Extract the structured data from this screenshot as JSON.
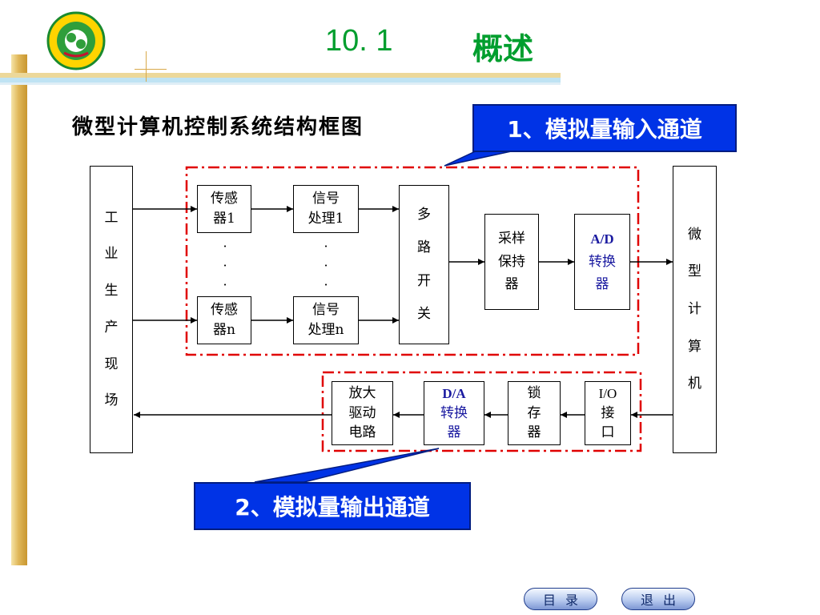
{
  "header": {
    "section_number": "10. 1",
    "section_title": "概述"
  },
  "subtitle": "微型计算机控制系统结构框图",
  "callouts": {
    "input_channel": "1、模拟量输入通道",
    "output_channel": "2、模拟量输出通道"
  },
  "diagram": {
    "industrial_site": [
      "工",
      "业",
      "生",
      "产",
      "现",
      "场"
    ],
    "microcomputer": [
      "微",
      "型",
      "计",
      "算",
      "机"
    ],
    "sensor_1": [
      "传感",
      "器1"
    ],
    "sensor_n": [
      "传感",
      "器n"
    ],
    "signal_proc_1": [
      "信号",
      "处理1"
    ],
    "signal_proc_n": [
      "信号",
      "处理n"
    ],
    "mux": [
      "多",
      "路",
      "开",
      "关"
    ],
    "sample_hold": [
      "采样",
      "保持",
      "器"
    ],
    "ad_converter": {
      "code": "A/D",
      "lines": [
        "转换",
        "器"
      ]
    },
    "da_converter": {
      "code": "D/A",
      "lines": [
        "转换",
        "器"
      ]
    },
    "amplifier": [
      "放大",
      "驱动",
      "电路"
    ],
    "latch": [
      "锁",
      "存",
      "器"
    ],
    "io_interface": [
      "I/O",
      "接",
      "口"
    ],
    "dots": "·"
  },
  "nav": {
    "contents": "目录",
    "exit": "退出"
  },
  "colors": {
    "title_green": "#009e2e",
    "callout_blue": "#0033e6",
    "dash_red": "#e00000",
    "accent_gold": "#d9a94a"
  }
}
